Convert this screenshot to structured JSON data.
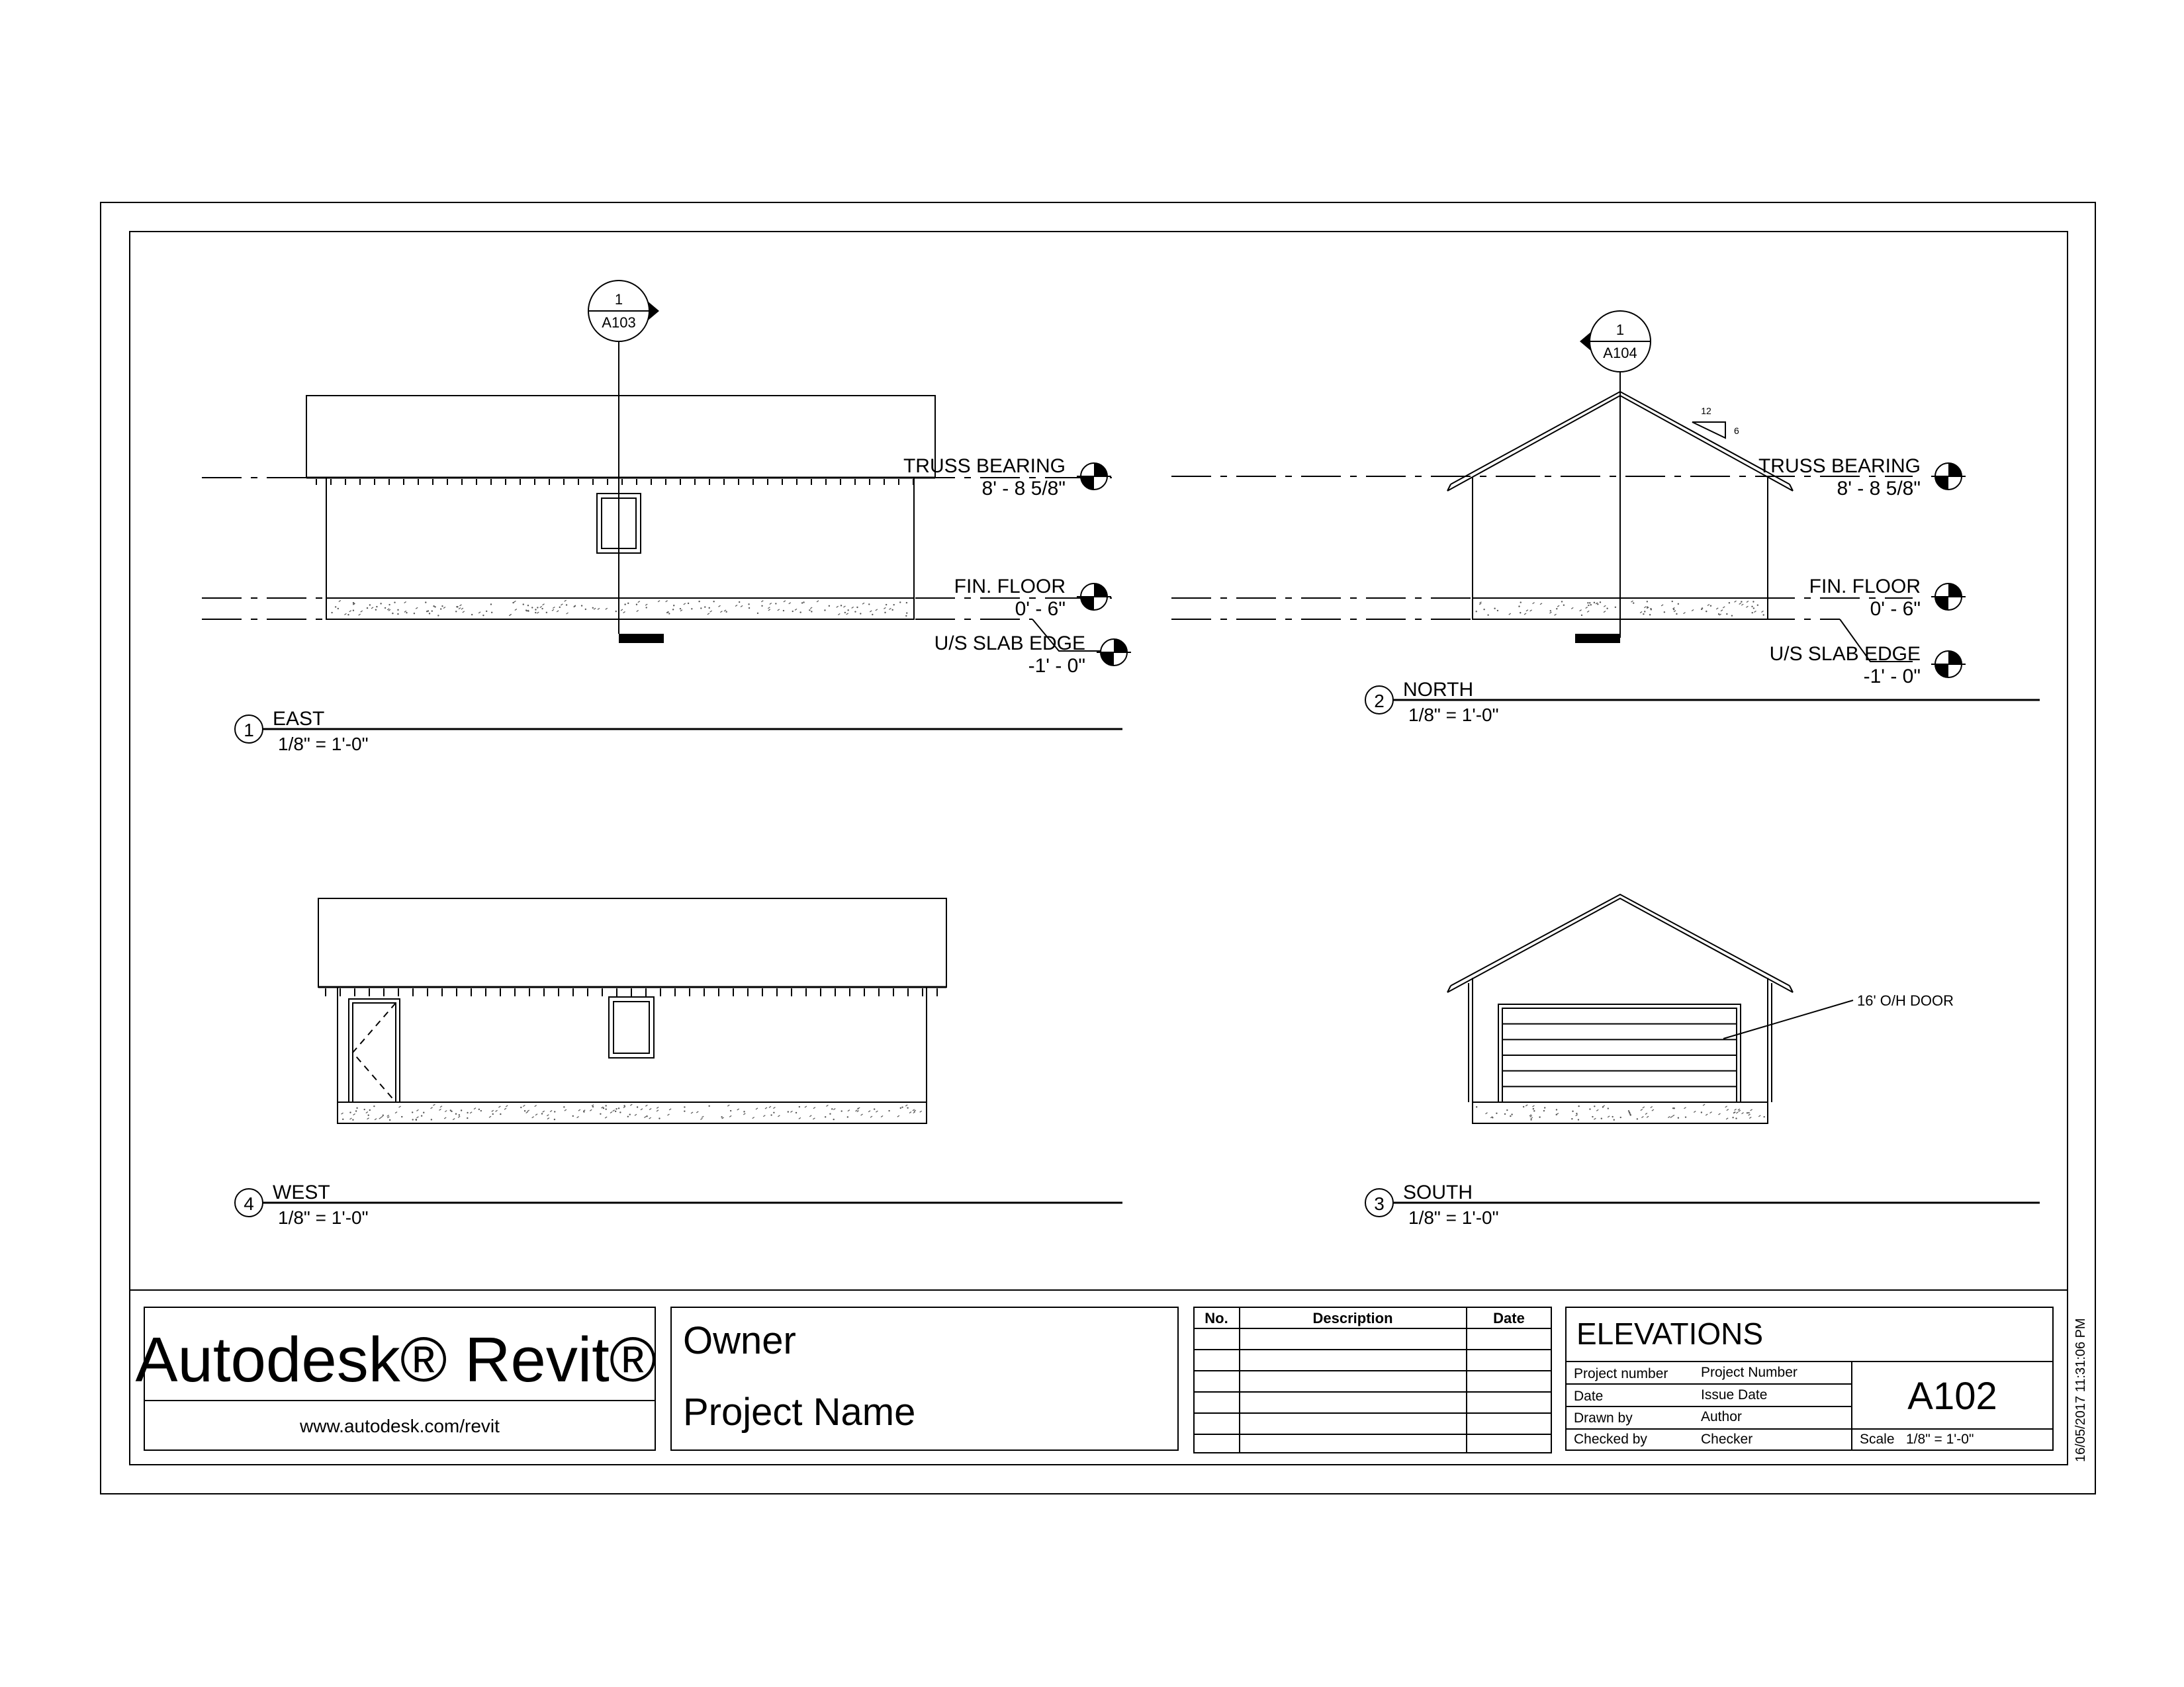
{
  "sheet": {
    "title": "ELEVATIONS",
    "number": "A102",
    "timestamp": "16/05/2017 11:31:06 PM"
  },
  "branding": {
    "logo_text": "Autodesk® Revit®",
    "website": "www.autodesk.com/revit"
  },
  "project": {
    "owner": "Owner",
    "name": "Project Name"
  },
  "revision_table": {
    "headers": [
      "No.",
      "Description",
      "Date"
    ],
    "rows": 5
  },
  "title_block": {
    "fields": [
      {
        "label": "Project number",
        "value": "Project Number"
      },
      {
        "label": "Date",
        "value": "Issue Date"
      },
      {
        "label": "Drawn by",
        "value": "Author"
      },
      {
        "label": "Checked by",
        "value": "Checker"
      }
    ],
    "scale_label": "Scale",
    "scale_value": "1/8\" = 1'-0\""
  },
  "levels": {
    "truss": {
      "name": "TRUSS BEARING",
      "elev": "8' - 8 5/8\""
    },
    "floor": {
      "name": "FIN. FLOOR",
      "elev": "0' - 6\""
    },
    "slab": {
      "name": "U/S SLAB EDGE",
      "elev": "-1' - 0\""
    }
  },
  "callouts": {
    "east": {
      "num": "1",
      "sheet": "A103"
    },
    "north": {
      "num": "1",
      "sheet": "A104"
    }
  },
  "slope": {
    "run": "12",
    "rise": "6"
  },
  "annotations": {
    "door": "16' O/H DOOR"
  },
  "views": [
    {
      "num": "1",
      "name": "EAST",
      "scale": "1/8\" = 1'-0\""
    },
    {
      "num": "2",
      "name": "NORTH",
      "scale": "1/8\" = 1'-0\""
    },
    {
      "num": "3",
      "name": "SOUTH",
      "scale": "1/8\" = 1'-0\""
    },
    {
      "num": "4",
      "name": "WEST",
      "scale": "1/8\" = 1'-0\""
    }
  ]
}
